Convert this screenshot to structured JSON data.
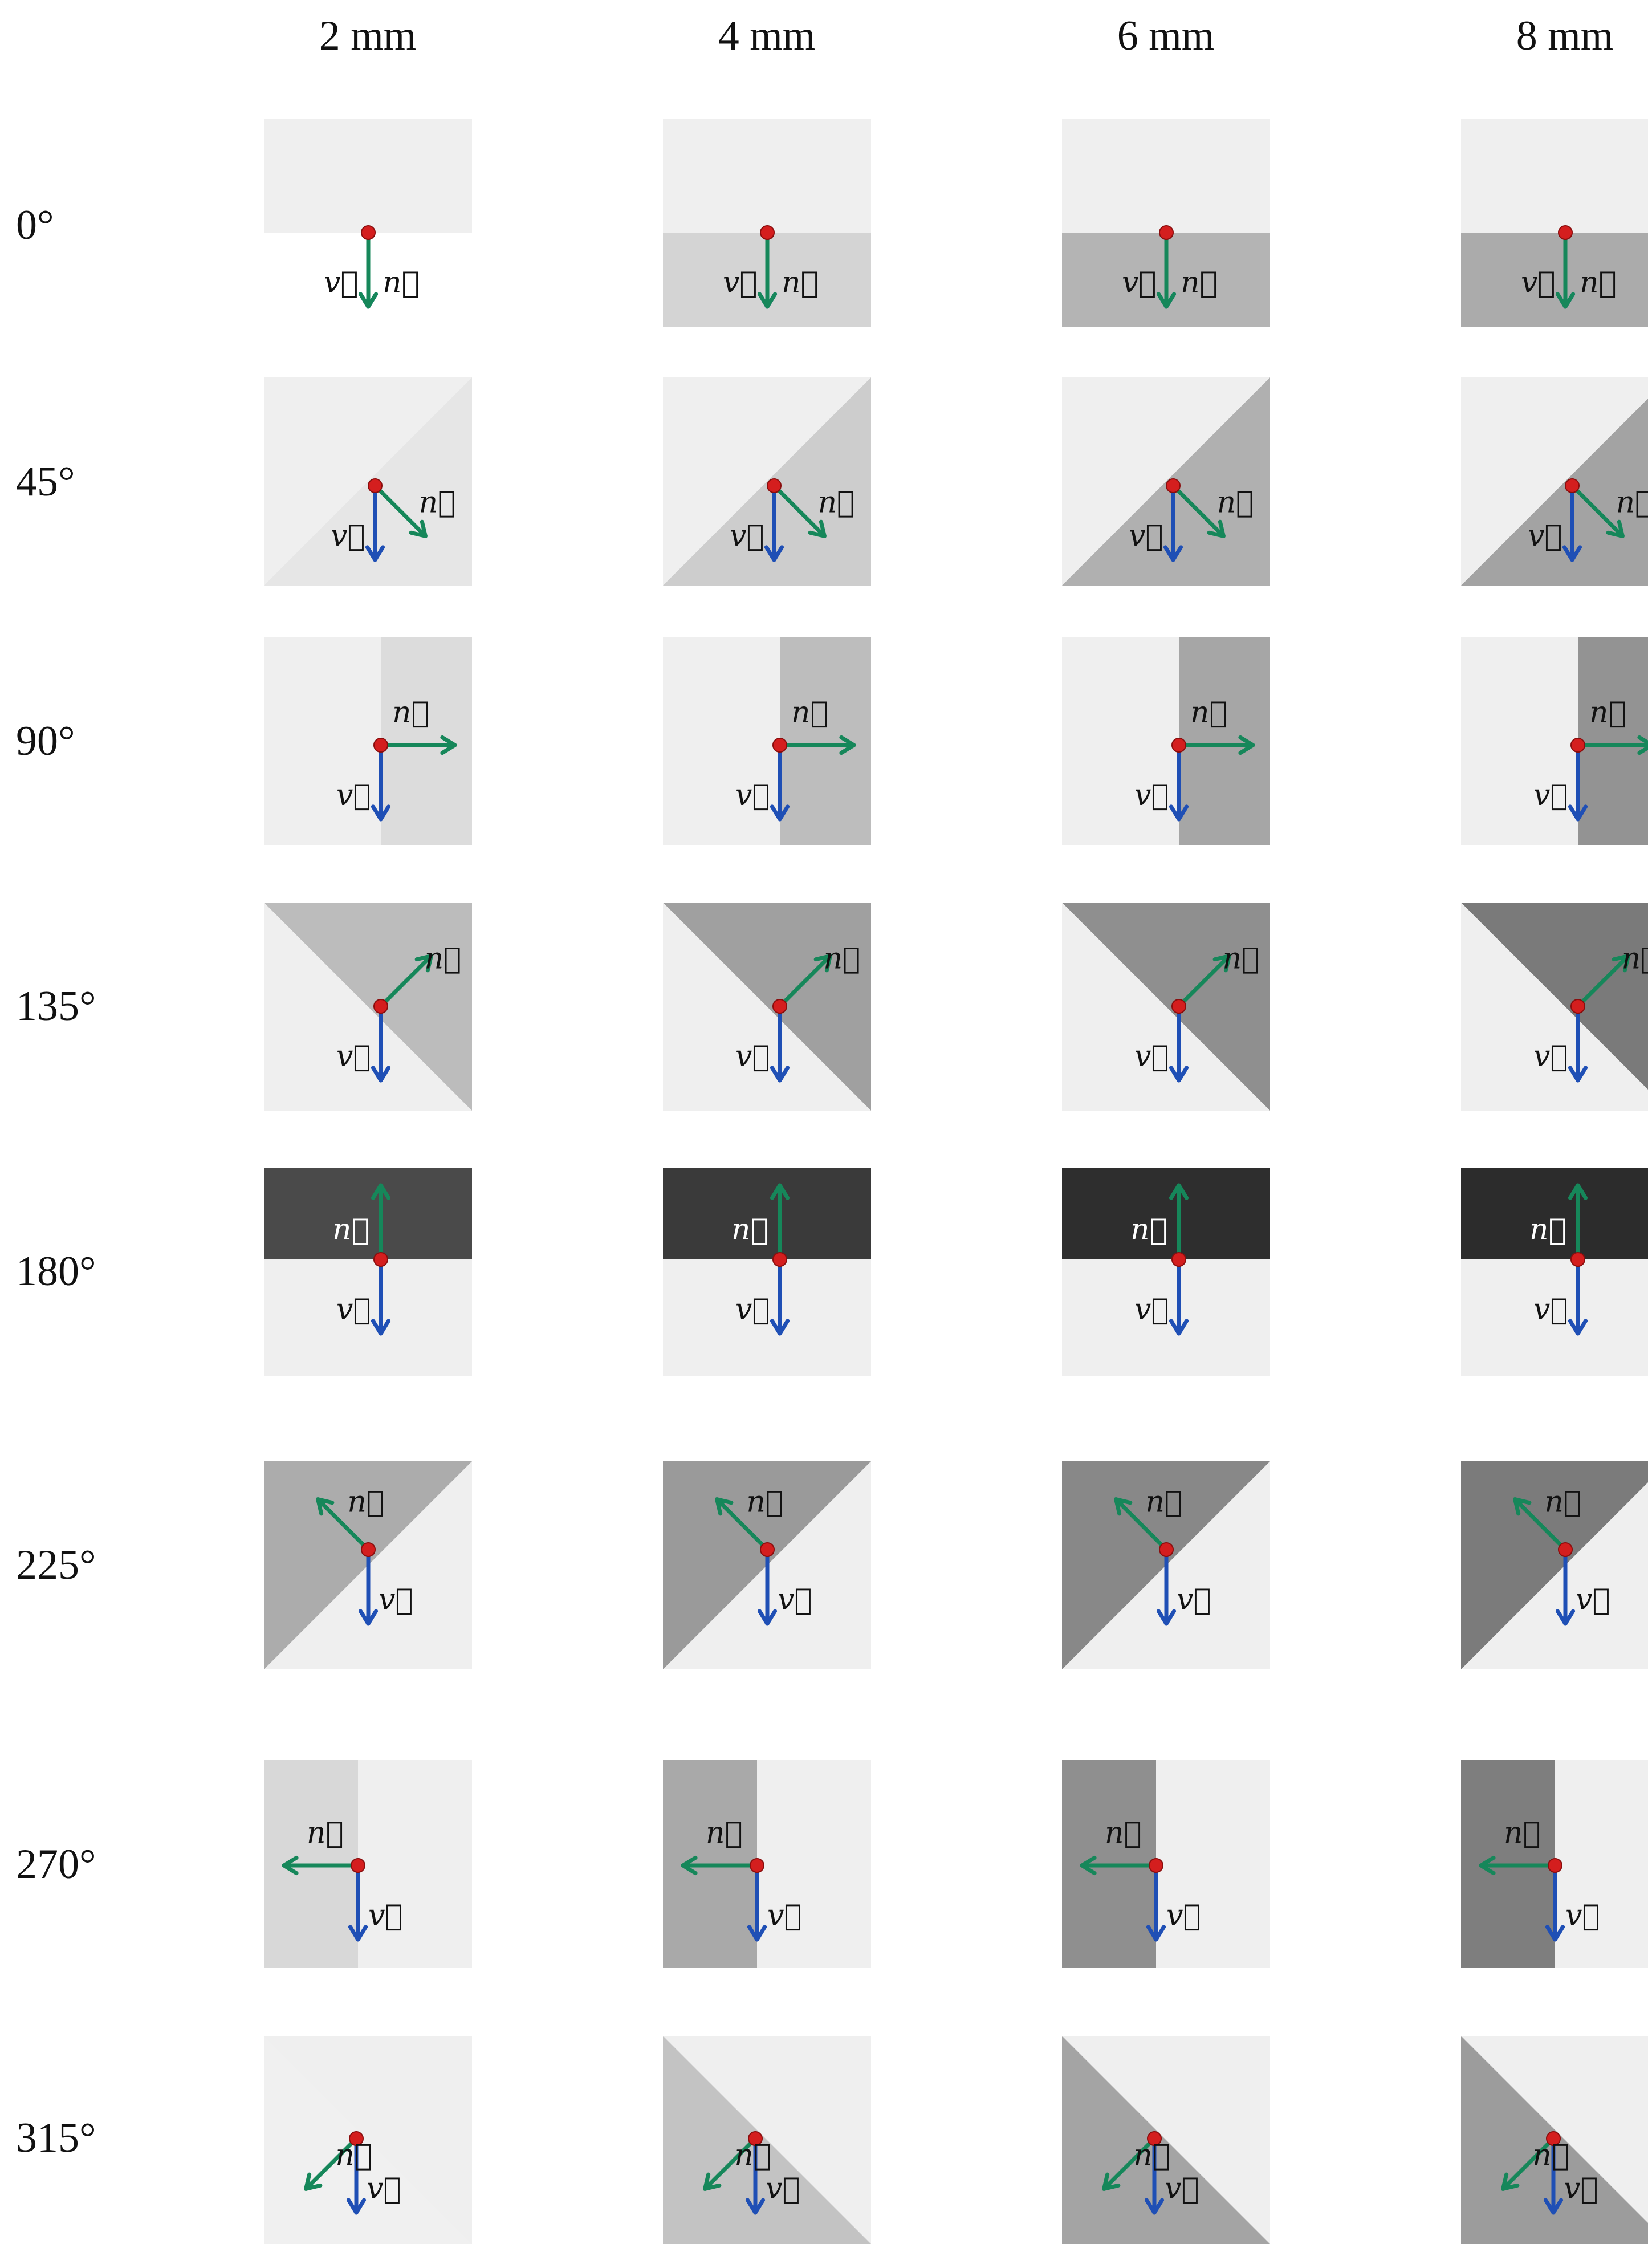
{
  "figure": {
    "column_headers": [
      "2 mm",
      "4 mm",
      "6 mm",
      "8 mm"
    ],
    "rows": [
      {
        "label": "0°",
        "angle": 0,
        "dark_levels": [
          "#ffffff",
          "#d4d4d4",
          "#b4b4b4",
          "#ababab"
        ],
        "label_dark": [
          false,
          false,
          false,
          false
        ]
      },
      {
        "label": "45°",
        "angle": 45,
        "dark_levels": [
          "#e6e6e6",
          "#cdcdcd",
          "#b0b0b0",
          "#a3a3a3"
        ],
        "label_dark": [
          false,
          false,
          false,
          false
        ]
      },
      {
        "label": "90°",
        "angle": 90,
        "dark_levels": [
          "#dcdcdc",
          "#bdbdbd",
          "#a6a6a6",
          "#939393"
        ],
        "label_dark": [
          false,
          false,
          false,
          false
        ]
      },
      {
        "label": "135°",
        "angle": 135,
        "dark_levels": [
          "#bcbcbc",
          "#a0a0a0",
          "#8f8f8f",
          "#7a7a7a"
        ],
        "label_dark": [
          false,
          false,
          false,
          false
        ]
      },
      {
        "label": "180°",
        "angle": 180,
        "dark_levels": [
          "#4a4a4a",
          "#3a3a3a",
          "#2e2e2e",
          "#2c2c2c"
        ],
        "label_dark": [
          true,
          true,
          true,
          true
        ]
      },
      {
        "label": "225°",
        "angle": 225,
        "dark_levels": [
          "#acacac",
          "#9a9a9a",
          "#888888",
          "#7b7b7b"
        ],
        "label_dark": [
          false,
          false,
          false,
          false
        ]
      },
      {
        "label": "270°",
        "angle": 270,
        "dark_levels": [
          "#d8d8d8",
          "#a9a9a9",
          "#8f8f8f",
          "#7e7e7e"
        ],
        "label_dark": [
          false,
          false,
          false,
          false
        ]
      },
      {
        "label": "315°",
        "angle": 315,
        "dark_levels": [
          "#f0f0f0",
          "#c3c3c3",
          "#a4a4a4",
          "#9c9c9c"
        ],
        "label_dark": [
          false,
          false,
          false,
          false
        ]
      }
    ],
    "vector_v_label": "v⃗",
    "vector_n_label": "n⃗",
    "colors": {
      "light_material": "#efefef",
      "v_arrow": "#1f4fb5",
      "n_arrow": "#16875a",
      "point": "#d41e1e"
    }
  }
}
